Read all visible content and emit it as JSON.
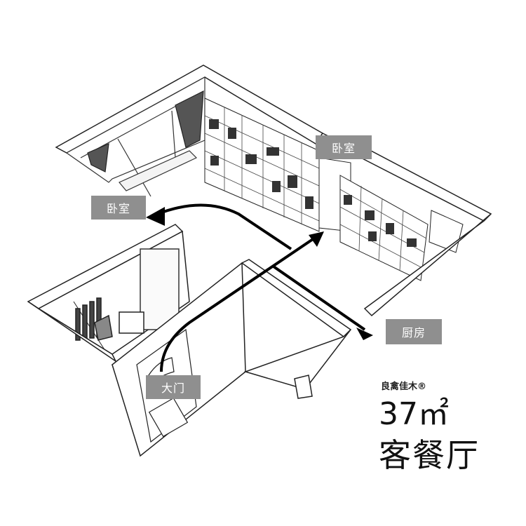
{
  "labels": {
    "bedroom_right": "卧室",
    "bedroom_left": "卧室",
    "kitchen": "厨房",
    "main_door": "大门"
  },
  "brand": "良禽佳木®",
  "area": "37㎡",
  "room_name": "客餐厅",
  "colors": {
    "label_bg": "#8f8f8f",
    "label_text": "#ffffff",
    "line": "#000000",
    "wall_fill": "#ffffff"
  }
}
